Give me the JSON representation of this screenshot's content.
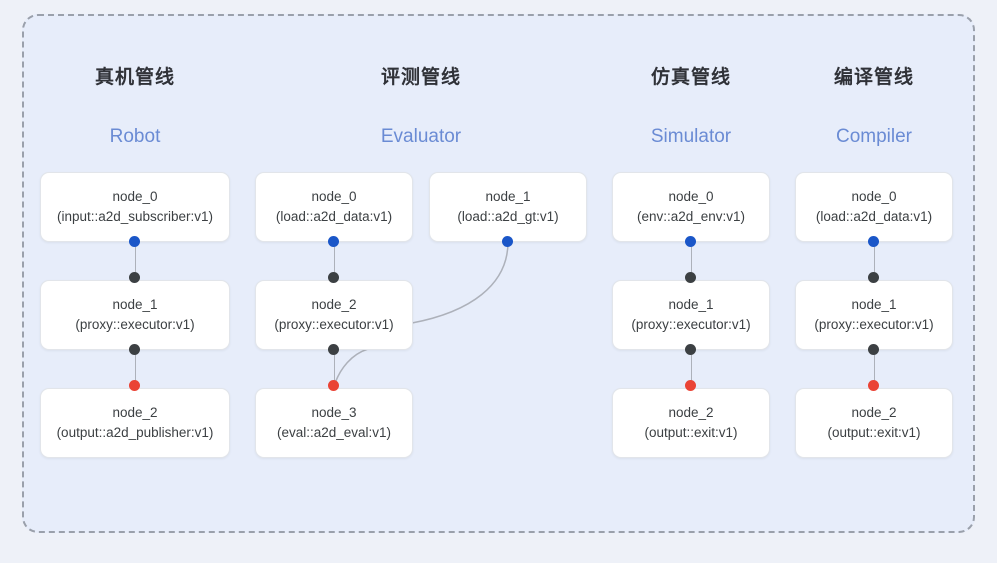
{
  "frame": {
    "border_style": "dashed",
    "border_color": "#9aa0ab",
    "background": "#e7edfa"
  },
  "palette": {
    "page_background": "#eef1f8",
    "panel_background": "#e7edfa",
    "node_background": "#ffffff",
    "node_border": "#e2e5ea",
    "title_cn_color": "#303238",
    "title_en_color": "#6a8bd4",
    "text_color": "#3c4043",
    "dot_blue": "#1a56c8",
    "dot_dark": "#3c4043",
    "dot_red": "#ea4335",
    "edge_color": "#adb1ba"
  },
  "columns": [
    {
      "title_cn": "真机管线",
      "title_en": "Robot",
      "nodes": [
        {
          "name": "node_0",
          "type": "(input::a2d_subscriber:v1)"
        },
        {
          "name": "node_1",
          "type": "(proxy::executor:v1)"
        },
        {
          "name": "node_2",
          "type": "(output::a2d_publisher:v1)"
        }
      ]
    },
    {
      "title_cn": "评测管线",
      "title_en": "Evaluator",
      "nodes": [
        {
          "name": "node_0",
          "type": "(load::a2d_data:v1)"
        },
        {
          "name": "node_1",
          "type": "(load::a2d_gt:v1)"
        },
        {
          "name": "node_2",
          "type": "(proxy::executor:v1)"
        },
        {
          "name": "node_3",
          "type": "(eval::a2d_eval:v1)"
        }
      ]
    },
    {
      "title_cn": "仿真管线",
      "title_en": "Simulator",
      "nodes": [
        {
          "name": "node_0",
          "type": "(env::a2d_env:v1)"
        },
        {
          "name": "node_1",
          "type": "(proxy::executor:v1)"
        },
        {
          "name": "node_2",
          "type": "(output::exit:v1)"
        }
      ]
    },
    {
      "title_cn": "编译管线",
      "title_en": "Compiler",
      "nodes": [
        {
          "name": "node_0",
          "type": "(load::a2d_data:v1)"
        },
        {
          "name": "node_1",
          "type": "(proxy::executor:v1)"
        },
        {
          "name": "node_2",
          "type": "(output::exit:v1)"
        }
      ]
    }
  ]
}
